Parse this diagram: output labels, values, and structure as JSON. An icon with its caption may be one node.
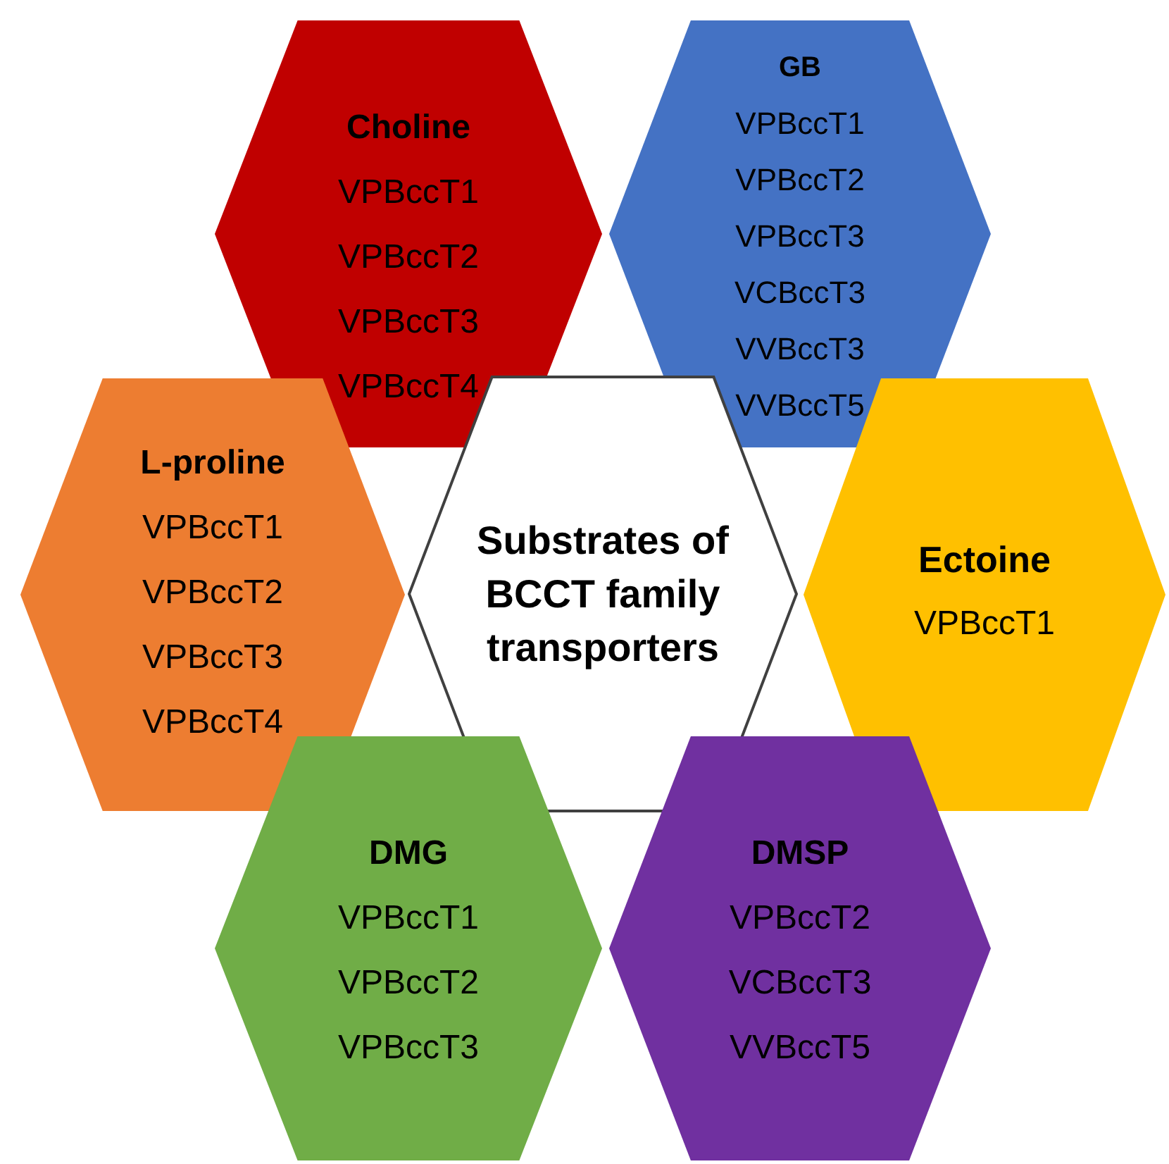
{
  "diagram": {
    "nodes": [
      {
        "text": [
          "Choline",
          "VPBccT1",
          "VPBccT2",
          "VPBccT3",
          "VPBccT4"
        ]
      },
      {
        "text": [
          "GB",
          "VPBccT1",
          "VPBccT2",
          "VPBccT3",
          "VCBccT3",
          "VVBccT3",
          "VVBccT5"
        ]
      },
      {
        "text": [
          "L-proline",
          "VPBccT1",
          "VPBccT2",
          "VPBccT3",
          "VPBccT4"
        ]
      },
      {
        "text": [
          "Substrates of BCCT family transporters"
        ]
      },
      {
        "text": [
          "Ectoine",
          "VPBccT1"
        ]
      },
      {
        "text": [
          "DMG",
          "VPBccT1",
          "VPBccT2",
          "VPBccT3"
        ]
      },
      {
        "text": [
          "DMSP",
          "VPBccT2",
          "VCBccT3",
          "VVBccT5"
        ]
      }
    ]
  }
}
